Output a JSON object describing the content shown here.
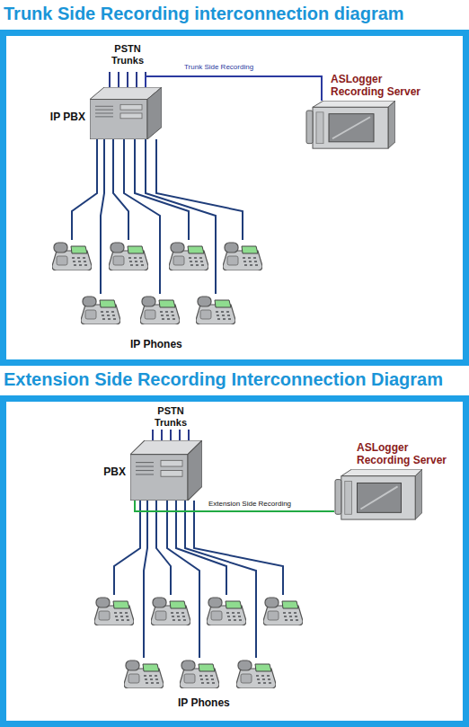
{
  "diagram": {
    "nodes": [
      {
        "text": [
          "Trunk Side Recording interconnection diagram"
        ]
      },
      {
        "text": [
          "IP PBX"
        ],
        "in": 0
      },
      {
        "text": [
          "ASLogger Recording Server"
        ],
        "in": 0
      },
      {
        "text": [
          "Extension Side Recording Interconnection Diagram"
        ]
      },
      {
        "text": [
          "PBX"
        ],
        "in": 3
      },
      {
        "text": [
          "ASLogger Recording Server"
        ],
        "in": 3
      }
    ],
    "edges": [
      {
        "from": 1,
        "to": 2,
        "label": "Trunk Side Recording",
        "arrow": "none"
      },
      {
        "from": 4,
        "to": 5,
        "label": "Extension Side Recording",
        "arrow": "none"
      }
    ],
    "labels": [
      "PSTN Trunks",
      "IP Phones",
      "PSTN Trunks",
      "IP Phones"
    ]
  }
}
